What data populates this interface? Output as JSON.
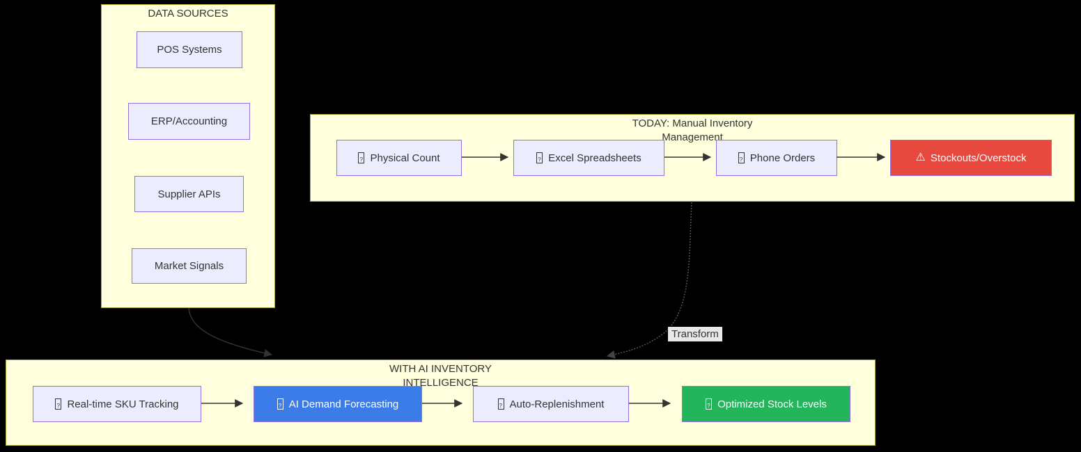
{
  "canvas": {
    "background": "#000000"
  },
  "colors": {
    "subgraph_fill": "#ffffde",
    "subgraph_border": "#aaaa33",
    "node_fill": "#ececff",
    "node_border": "#9370db",
    "alert_red": "#e8493f",
    "highlight_blue": "#3b7ce9",
    "success_green": "#24b45c",
    "edge": "#333333",
    "edge_label_bg": "#e8e8e8",
    "text": "#333333"
  },
  "sources": {
    "title_lines": [
      "DATA SOURCES"
    ],
    "nodes": [
      {
        "label": "POS Systems"
      },
      {
        "label": "ERP/Accounting"
      },
      {
        "label": "Supplier APIs"
      },
      {
        "label": "Market Signals"
      }
    ]
  },
  "today": {
    "title_lines": [
      "TODAY: Manual Inventory",
      "Management"
    ],
    "nodes": [
      {
        "icon": "missing-emoji",
        "label": "Physical Count"
      },
      {
        "icon": "missing-emoji",
        "label": "Excel Spreadsheets"
      },
      {
        "icon": "missing-emoji",
        "label": "Phone Orders"
      },
      {
        "icon": "warning",
        "icon_glyph": "⚠",
        "label": "Stockouts/Overstock"
      }
    ]
  },
  "ai": {
    "title_lines": [
      "WITH AI INVENTORY",
      "INTELLIGENCE"
    ],
    "nodes": [
      {
        "icon": "missing-emoji",
        "label": "Real-time SKU Tracking"
      },
      {
        "icon": "missing-emoji",
        "label": "AI Demand Forecasting"
      },
      {
        "icon": "missing-emoji",
        "label": "Auto-Replenishment"
      },
      {
        "icon": "missing-emoji",
        "label": "Optimized Stock Levels"
      }
    ]
  },
  "edges": {
    "transform_label": "Transform"
  }
}
